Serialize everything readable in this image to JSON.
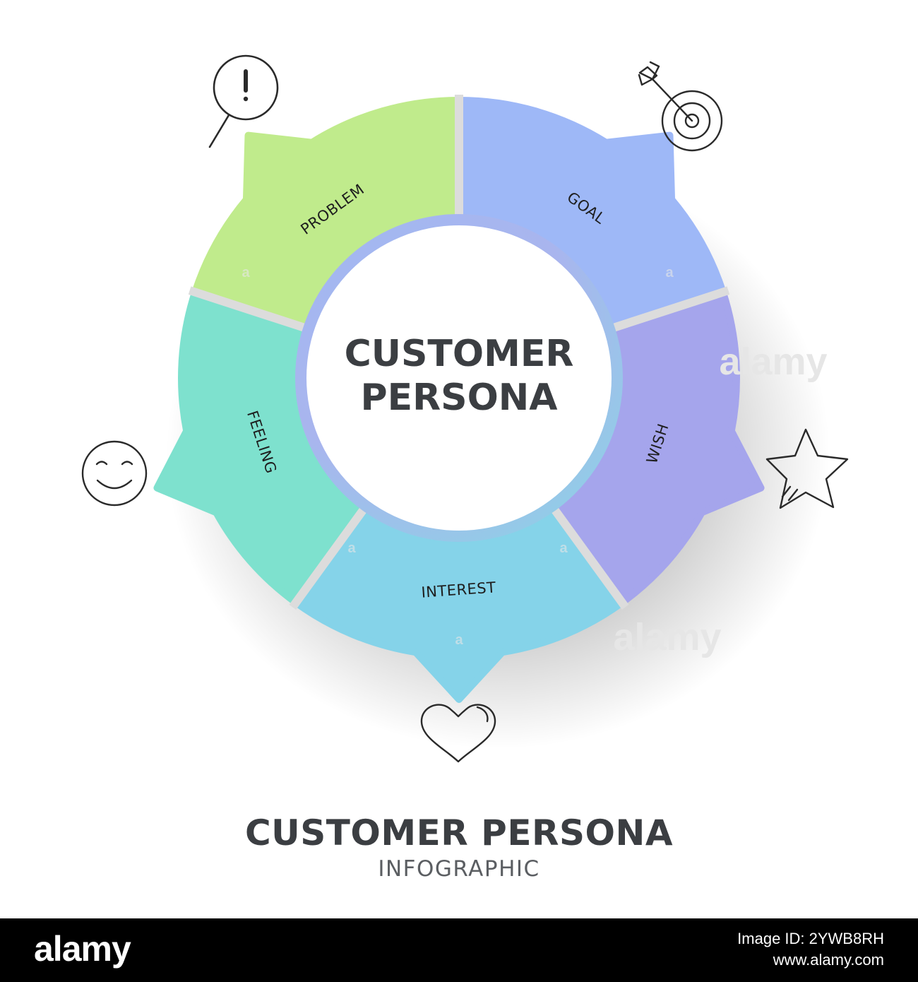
{
  "diagram": {
    "center": {
      "line1": "CUSTOMER",
      "line2": "PERSONA"
    },
    "segments": [
      {
        "id": "problem",
        "label": "PROBLEM",
        "color": "#c0eb8c",
        "icon": "search-alert-icon"
      },
      {
        "id": "goal",
        "label": "GOAL",
        "color": "#9eb8f7",
        "icon": "target-arrow-icon"
      },
      {
        "id": "wish",
        "label": "WISH",
        "color": "#a5a5ec",
        "icon": "star-icon"
      },
      {
        "id": "interest",
        "label": "INTEREST",
        "color": "#85d3e9",
        "icon": "heart-icon"
      },
      {
        "id": "feeling",
        "label": "FEELING",
        "color": "#7ee1ce",
        "icon": "smile-icon"
      }
    ]
  },
  "footer": {
    "title": "CUSTOMER PERSONA",
    "subtitle": "INFOGRAPHIC"
  },
  "watermark": {
    "text": "alamy",
    "small": "a"
  },
  "brand_bar": {
    "logo": "alamy",
    "image_id": "Image ID: 2YWB8RH",
    "site": "www.alamy.com"
  }
}
